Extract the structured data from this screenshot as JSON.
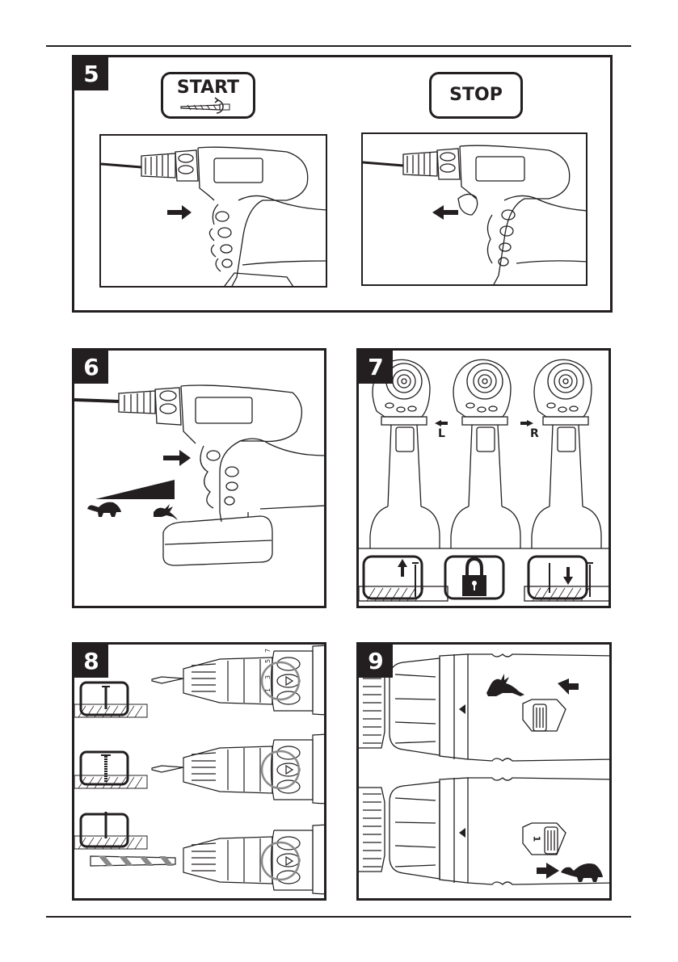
{
  "figures": {
    "fig5": {
      "number": "5",
      "start_label": "START",
      "stop_label": "STOP"
    },
    "fig6": {
      "number": "6",
      "speed_low_icon": "turtle-icon",
      "speed_high_icon": "hare-icon"
    },
    "fig7": {
      "number": "7",
      "left_label": "L",
      "right_label": "R",
      "modes": [
        "reverse-unscrew-icon",
        "lock-icon",
        "forward-drill-screw-icon"
      ]
    },
    "fig8": {
      "number": "8",
      "dial_numbers": [
        "1",
        "3",
        "5",
        "7"
      ]
    },
    "fig9": {
      "number": "9",
      "gear_label": "1",
      "high_icon": "hare-icon",
      "low_icon": "turtle-icon"
    }
  },
  "colors": {
    "ink": "#231f20",
    "circle_gray": "#8a8a8a"
  }
}
